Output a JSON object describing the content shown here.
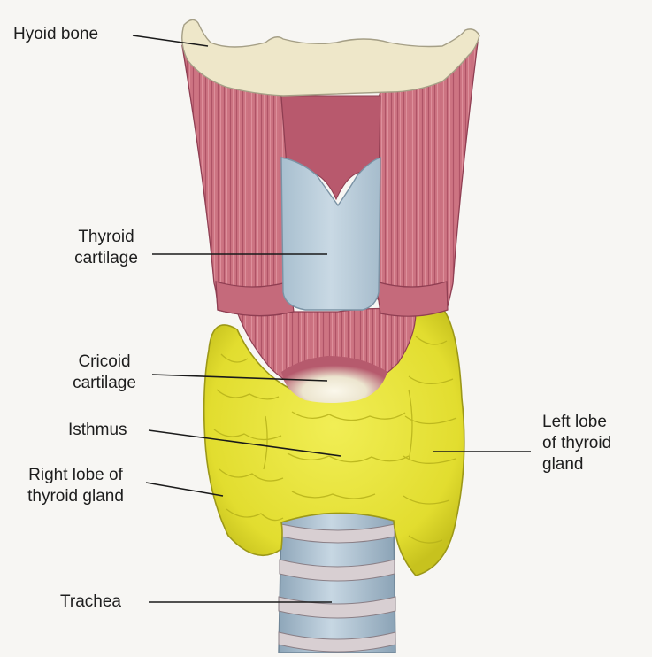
{
  "labels": {
    "hyoid_bone": "Hyoid bone",
    "thyroid_cartilage": "Thyroid\ncartilage",
    "cricoid_cartilage": "Cricoid\ncartilage",
    "isthmus": "Isthmus",
    "right_lobe": "Right lobe of\nthyroid gland",
    "left_lobe": "Left lobe\nof thyroid\ngland",
    "trachea": "Trachea"
  },
  "colors": {
    "background": "#f7f6f3",
    "muscle": "#c9707e",
    "muscle_dark": "#9e4458",
    "cartilage": "#b9cedb",
    "bone": "#ede6c8",
    "thyroid_gland": "#e6e23a",
    "thyroid_shadow": "#bfbb1c",
    "trachea": "#b3c8d8",
    "leader_line": "#1a1a1a"
  }
}
